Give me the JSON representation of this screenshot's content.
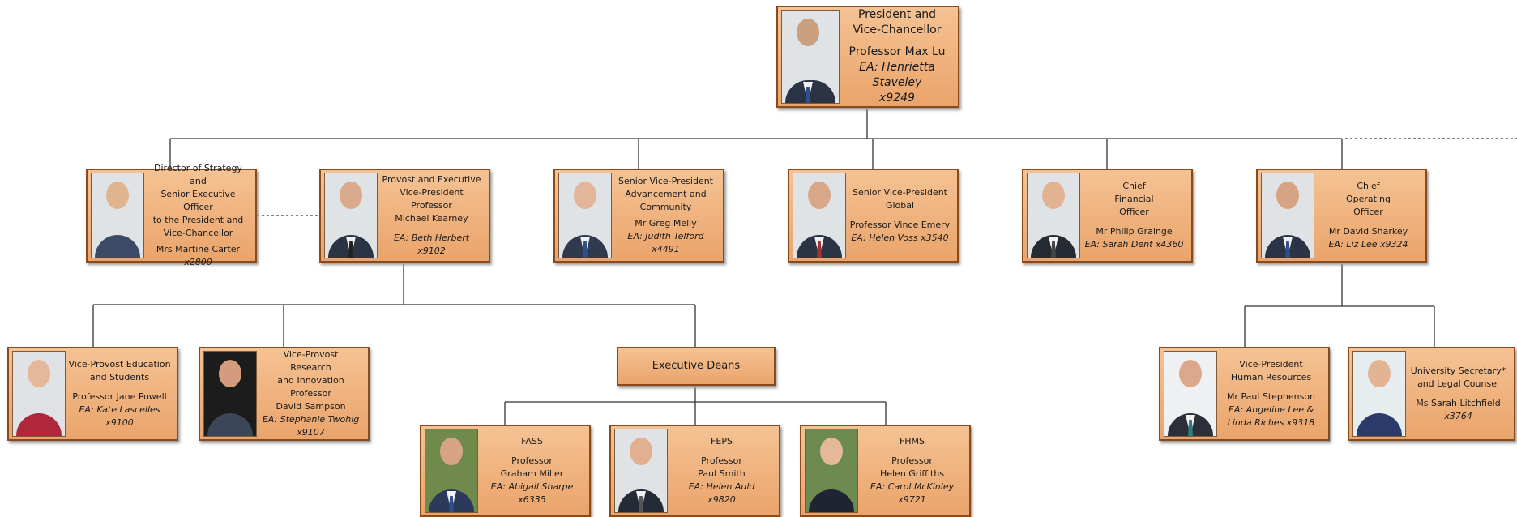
{
  "nodes": {
    "president": {
      "title": [
        "President and",
        "Vice-Chancellor"
      ],
      "name": "Professor Max Lu",
      "ea": [
        "EA: Henrietta Staveley",
        "x9249"
      ]
    },
    "strategy": {
      "title": [
        "Director of Strategy and",
        "Senior Executive Officer",
        "to the President and",
        "Vice-Chancellor"
      ],
      "name": "Mrs Martine Carter",
      "ea": [
        "x2800"
      ]
    },
    "provost": {
      "title": [
        "Provost and Executive",
        "Vice-President",
        "Professor",
        "Michael Kearney"
      ],
      "name": "",
      "ea": [
        "EA: Beth Herbert  x9102"
      ]
    },
    "advancement": {
      "title": [
        "Senior Vice-President",
        "Advancement and",
        "Community"
      ],
      "name": "Mr Greg Melly",
      "ea": [
        "EA: Judith Telford",
        "x4491"
      ]
    },
    "global": {
      "title": [
        "Senior Vice-President",
        "Global"
      ],
      "name": "Professor Vince Emery",
      "ea": [
        "EA: Helen Voss  x3540"
      ]
    },
    "cfo": {
      "title": [
        "Chief",
        "Financial",
        "Officer"
      ],
      "name": "Mr Philip Grainge",
      "ea": [
        "EA: Sarah Dent  x4360"
      ]
    },
    "coo": {
      "title": [
        "Chief",
        "Operating",
        "Officer"
      ],
      "name": "Mr David Sharkey",
      "ea": [
        "EA: Liz Lee  x9324"
      ]
    },
    "education": {
      "title": [
        "Vice-Provost Education",
        "and Students"
      ],
      "name": "Professor Jane Powell",
      "ea": [
        "EA: Kate Lascelles",
        "x9100"
      ]
    },
    "research": {
      "title": [
        "Vice-Provost",
        "Research",
        "and Innovation",
        "Professor",
        "David Sampson"
      ],
      "name": "",
      "ea": [
        "EA: Stephanie Twohig",
        "x9107"
      ]
    },
    "deans": {
      "title": [
        "Executive Deans"
      ]
    },
    "fass": {
      "title": [
        "FASS"
      ],
      "name": "Professor\nGraham Miller",
      "ea": [
        "EA: Abigail Sharpe",
        "x6335"
      ]
    },
    "feps": {
      "title": [
        "FEPS"
      ],
      "name": "Professor\nPaul Smith",
      "ea": [
        "EA: Helen Auld",
        "x9820"
      ]
    },
    "fhms": {
      "title": [
        "FHMS"
      ],
      "name": "Professor\nHelen Griffiths",
      "ea": [
        "EA: Carol McKinley",
        "x9721"
      ]
    },
    "hr": {
      "title": [
        "Vice-President",
        "Human Resources"
      ],
      "name": "Mr Paul Stephenson",
      "ea": [
        "EA: Angeline Lee &",
        "Linda Riches x9318"
      ]
    },
    "legal": {
      "title": [
        "University Secretary*",
        "and Legal Counsel"
      ],
      "name": "Ms Sarah Litchfield",
      "ea": [
        "x3764"
      ]
    }
  },
  "colors": {
    "box_fill": "#eaa46b",
    "box_border": "#8a4b1c",
    "connector": "#333333"
  }
}
